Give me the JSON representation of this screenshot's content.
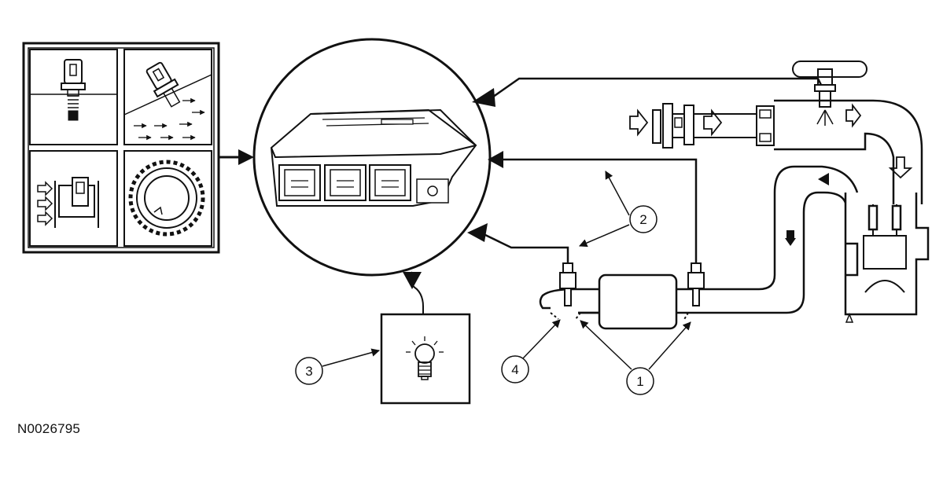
{
  "figure_id": "N0026795",
  "callouts": [
    "1",
    "2",
    "3",
    "4"
  ],
  "colors": {
    "line": "#111111",
    "background": "#ffffff"
  },
  "icons": [
    "sensor-on-plate-icon",
    "airflow-sensor-icon",
    "mass-air-flow-meter-icon",
    "reluctor-ring-icon",
    "pcm-module-icon",
    "indicator-lamp-icon",
    "catalytic-converter-icon",
    "oxygen-sensor-icon",
    "fuel-injector-icon",
    "throttle-body-icon",
    "engine-cylinder-icon"
  ]
}
